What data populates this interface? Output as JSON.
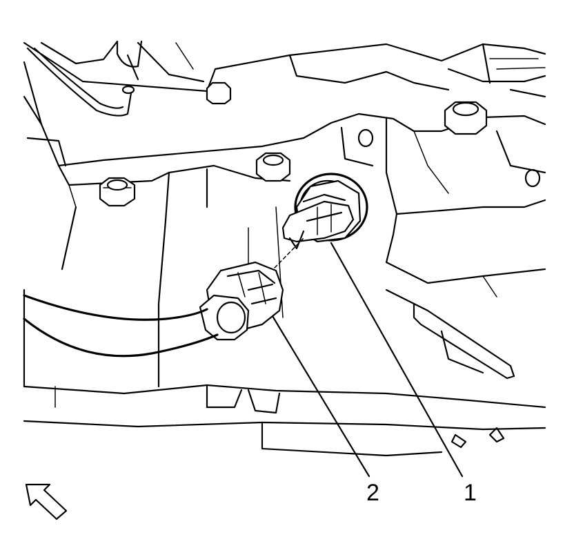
{
  "callouts": [
    {
      "id": "2",
      "label": "2"
    },
    {
      "id": "1",
      "label": "1"
    }
  ],
  "icons": {
    "direction_arrow": "forward-arrow-icon"
  },
  "colors": {
    "line": "#000000",
    "background": "#ffffff"
  }
}
